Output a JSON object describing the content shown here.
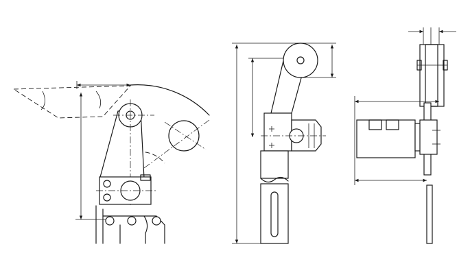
{
  "figure": {
    "stroke_color": "#1a1a1a",
    "background_color": "#ffffff",
    "views": [
      "front-view",
      "side-view",
      "end-view"
    ]
  }
}
